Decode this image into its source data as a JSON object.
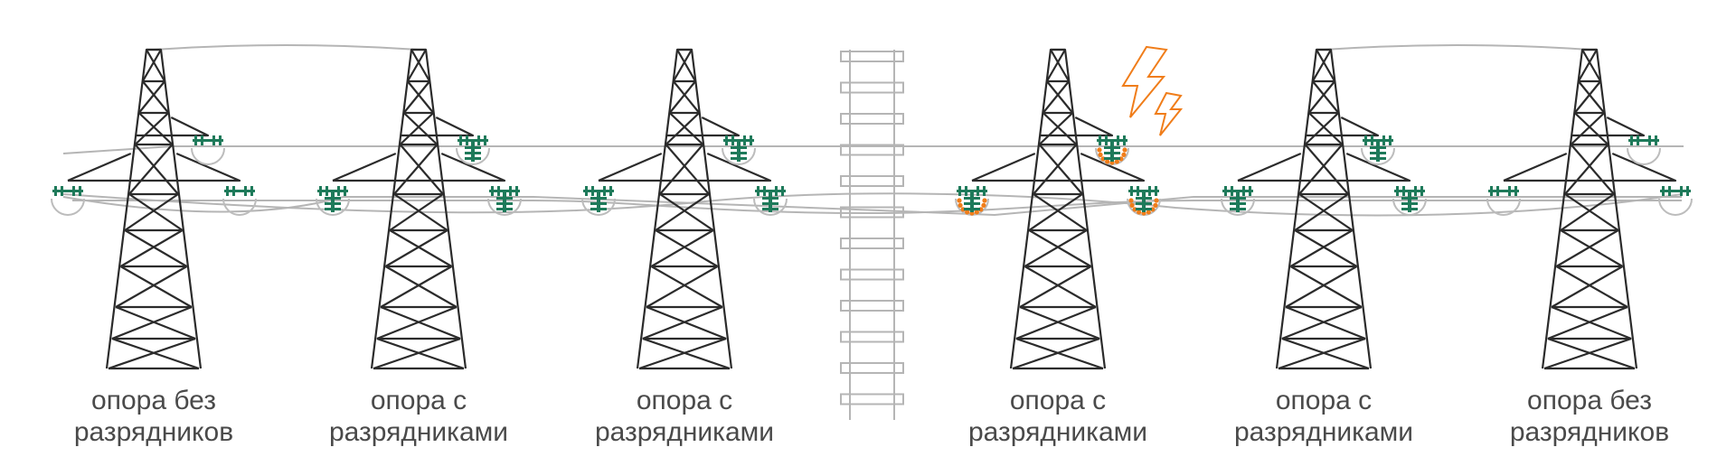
{
  "colors": {
    "tower": "#2b2b2b",
    "wire": "#b5b5b5",
    "rail": "#b5b5b5",
    "insulator": "#1e7a5a",
    "discharge": "#f07d1a",
    "caption": "#4a4a4a"
  },
  "icons": [
    "lightning-strike-icon",
    "railway-track-icon",
    "transmission-tower-icon",
    "insulator-icon",
    "surge-arrester-icon"
  ],
  "towers": [
    {
      "id": "tower-1",
      "caption_line1": "опора без",
      "caption_line2": "разрядников",
      "has_arresters": false,
      "discharge": false
    },
    {
      "id": "tower-2",
      "caption_line1": "опора с",
      "caption_line2": "разрядниками",
      "has_arresters": true,
      "discharge": false
    },
    {
      "id": "tower-3",
      "caption_line1": "опора с",
      "caption_line2": "разрядниками",
      "has_arresters": true,
      "discharge": false
    },
    {
      "id": "tower-4",
      "caption_line1": "опора с",
      "caption_line2": "разрядниками",
      "has_arresters": true,
      "discharge": true
    },
    {
      "id": "tower-5",
      "caption_line1": "опора с",
      "caption_line2": "разрядниками",
      "has_arresters": true,
      "discharge": false
    },
    {
      "id": "tower-6",
      "caption_line1": "опора без",
      "caption_line2": "разрядников",
      "has_arresters": false,
      "discharge": false
    }
  ]
}
